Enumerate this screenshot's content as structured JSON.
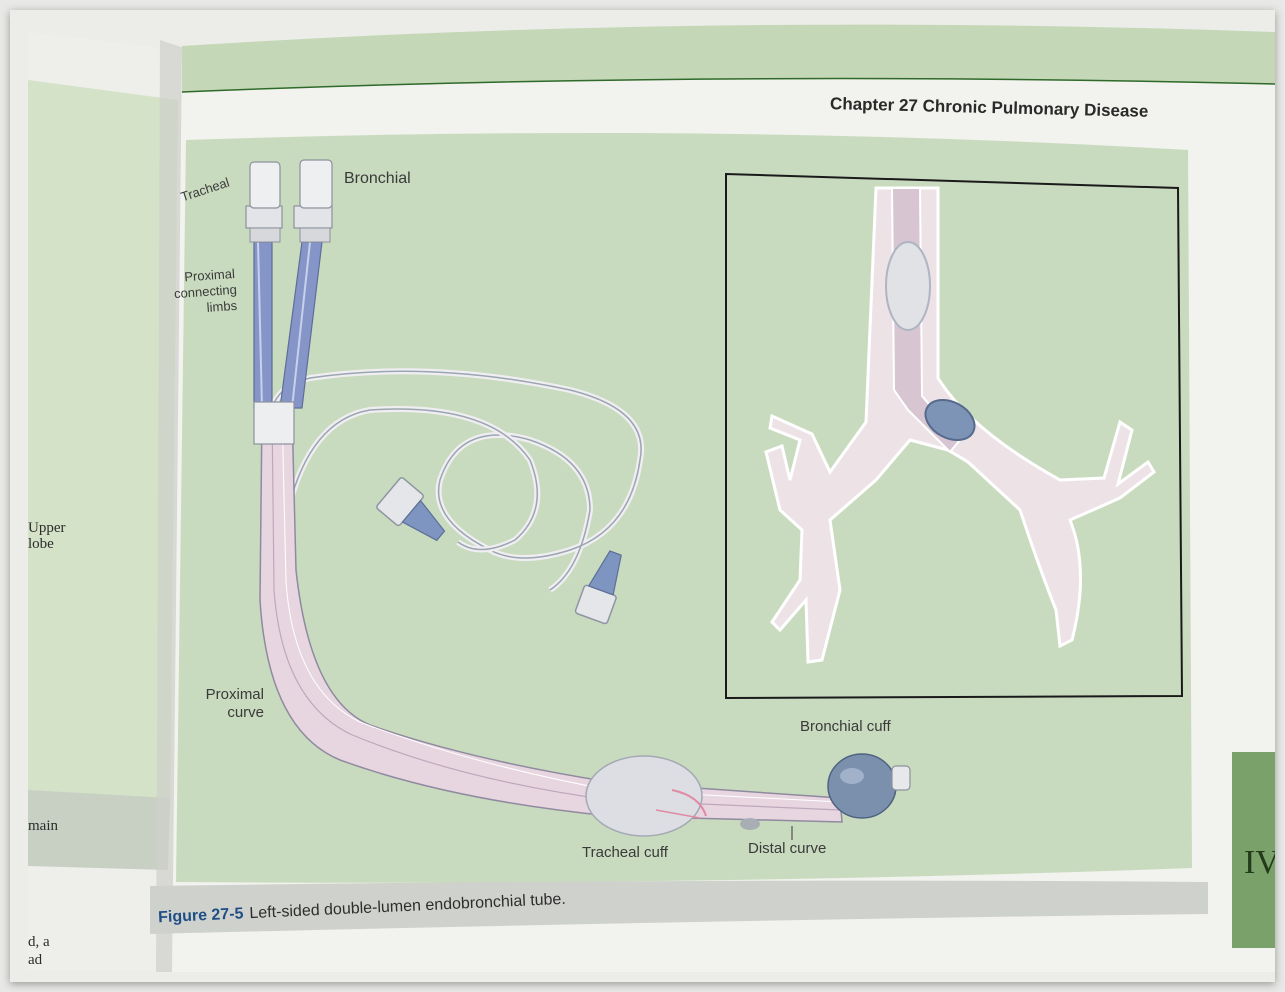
{
  "header": {
    "chapter": "Chapter 27  Chronic Pulmonary Disease"
  },
  "figure": {
    "labels": {
      "tracheal": "Tracheal",
      "bronchial": "Bronchial",
      "proximal_limbs": [
        "Proximal",
        "connecting",
        "limbs"
      ],
      "proximal_curve": [
        "Proximal",
        "curve"
      ],
      "bronchial_cuff": "Bronchial cuff",
      "tracheal_cuff": "Tracheal cuff",
      "distal_curve": "Distal curve"
    },
    "caption_number": "Figure 27-5",
    "caption_text": "Left-sided double-lumen endobronchial tube."
  },
  "left_page": {
    "fragments": [
      "Upper",
      "lobe",
      "main",
      "d, a",
      "ad"
    ]
  },
  "section_tab": "IV",
  "colors": {
    "panel_green": "#c9dbbf",
    "tube_pink": "#e5d3de",
    "lumen_blue": "#7f8fc2",
    "cuff_blue": "#6f86a8",
    "section_green": "#7aa169"
  }
}
